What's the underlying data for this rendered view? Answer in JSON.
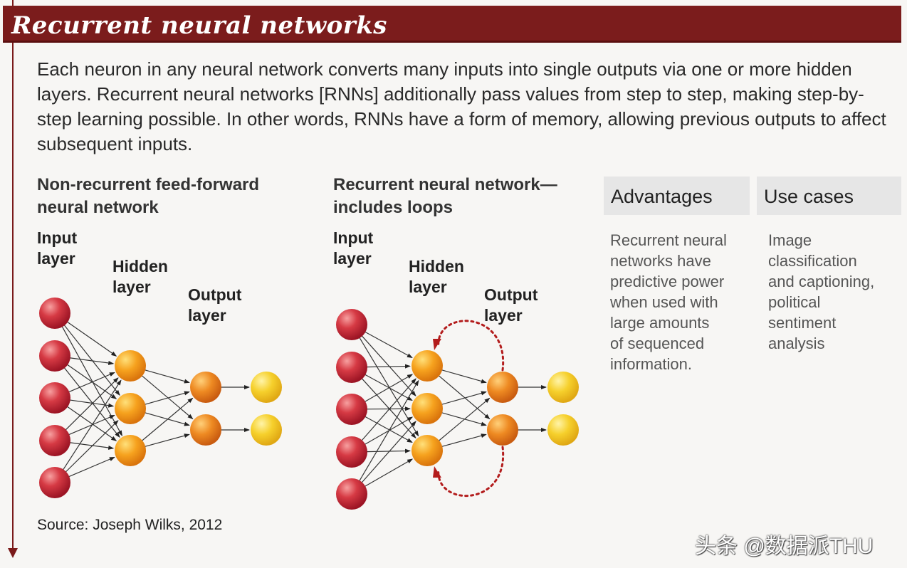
{
  "title": "Recurrent neural networks",
  "intro": "Each neuron in any neural network converts many inputs into single outputs via one or more hidden layers. Recurrent neural networks [RNNs] additionally pass values from step to step, making step-by-step learning possible. In other words, RNNs have a form of memory, allowing previous outputs to affect subsequent inputs.",
  "left_diagram": {
    "heading_lines": [
      "Non-recurrent feed-forward",
      "neural network"
    ],
    "input_label": [
      "Input",
      "layer"
    ],
    "hidden_label": [
      "Hidden",
      "layer"
    ],
    "output_label": [
      "Output",
      "layer"
    ]
  },
  "right_diagram": {
    "heading_lines": [
      "Recurrent neural network—",
      "includes loops"
    ],
    "input_label": [
      "Input",
      "layer"
    ],
    "hidden_label": [
      "Hidden",
      "layer"
    ],
    "output_label": [
      "Output",
      "layer"
    ]
  },
  "advantages": {
    "heading": "Advantages",
    "lines": [
      "Recurrent neural",
      "networks have",
      "predictive power",
      "when used with",
      "large amounts",
      "of sequenced",
      "information."
    ]
  },
  "use_cases": {
    "heading": "Use cases",
    "lines": [
      "Image",
      "classification",
      "and captioning,",
      "political",
      "sentiment",
      "analysis"
    ]
  },
  "source": "Source: Joseph Wilks, 2012",
  "watermark": "头条 @数据派THU",
  "colors": {
    "title_bar": "#7b1c1c",
    "input_node": "#c8283a",
    "hidden_node": "#f0901a",
    "output_node": "#e8761c",
    "final_node": "#f3c21a",
    "loop": "#b31c1c"
  }
}
